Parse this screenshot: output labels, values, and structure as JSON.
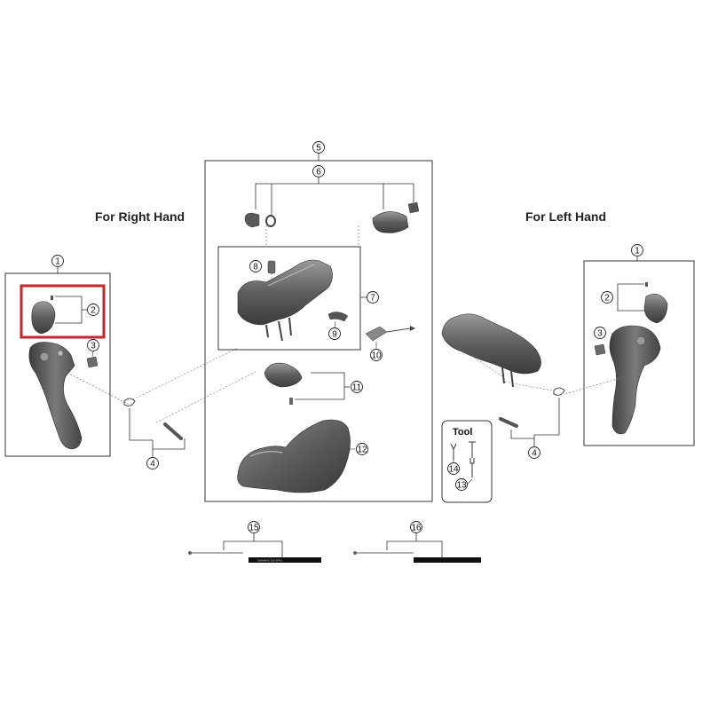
{
  "headings": {
    "right_hand": "For Right Hand",
    "left_hand": "For Left Hand"
  },
  "tool_box": {
    "title": "Tool"
  },
  "callouts": {
    "c1": "1",
    "c2": "2",
    "c3": "3",
    "c4": "4",
    "c5": "5",
    "c6": "6",
    "c7": "7",
    "c8": "8",
    "c9": "9",
    "c10": "10",
    "c11": "11",
    "c12": "12",
    "c13": "13",
    "c14": "14",
    "c15": "15",
    "c16": "16"
  },
  "cable_print": "SHIMANO SIS-SP41",
  "colors": {
    "highlight": "#c4262e",
    "part_dark": "#4a4a4a",
    "part_mid": "#777777",
    "part_light": "#a6a6a6",
    "outline": "#333333"
  }
}
